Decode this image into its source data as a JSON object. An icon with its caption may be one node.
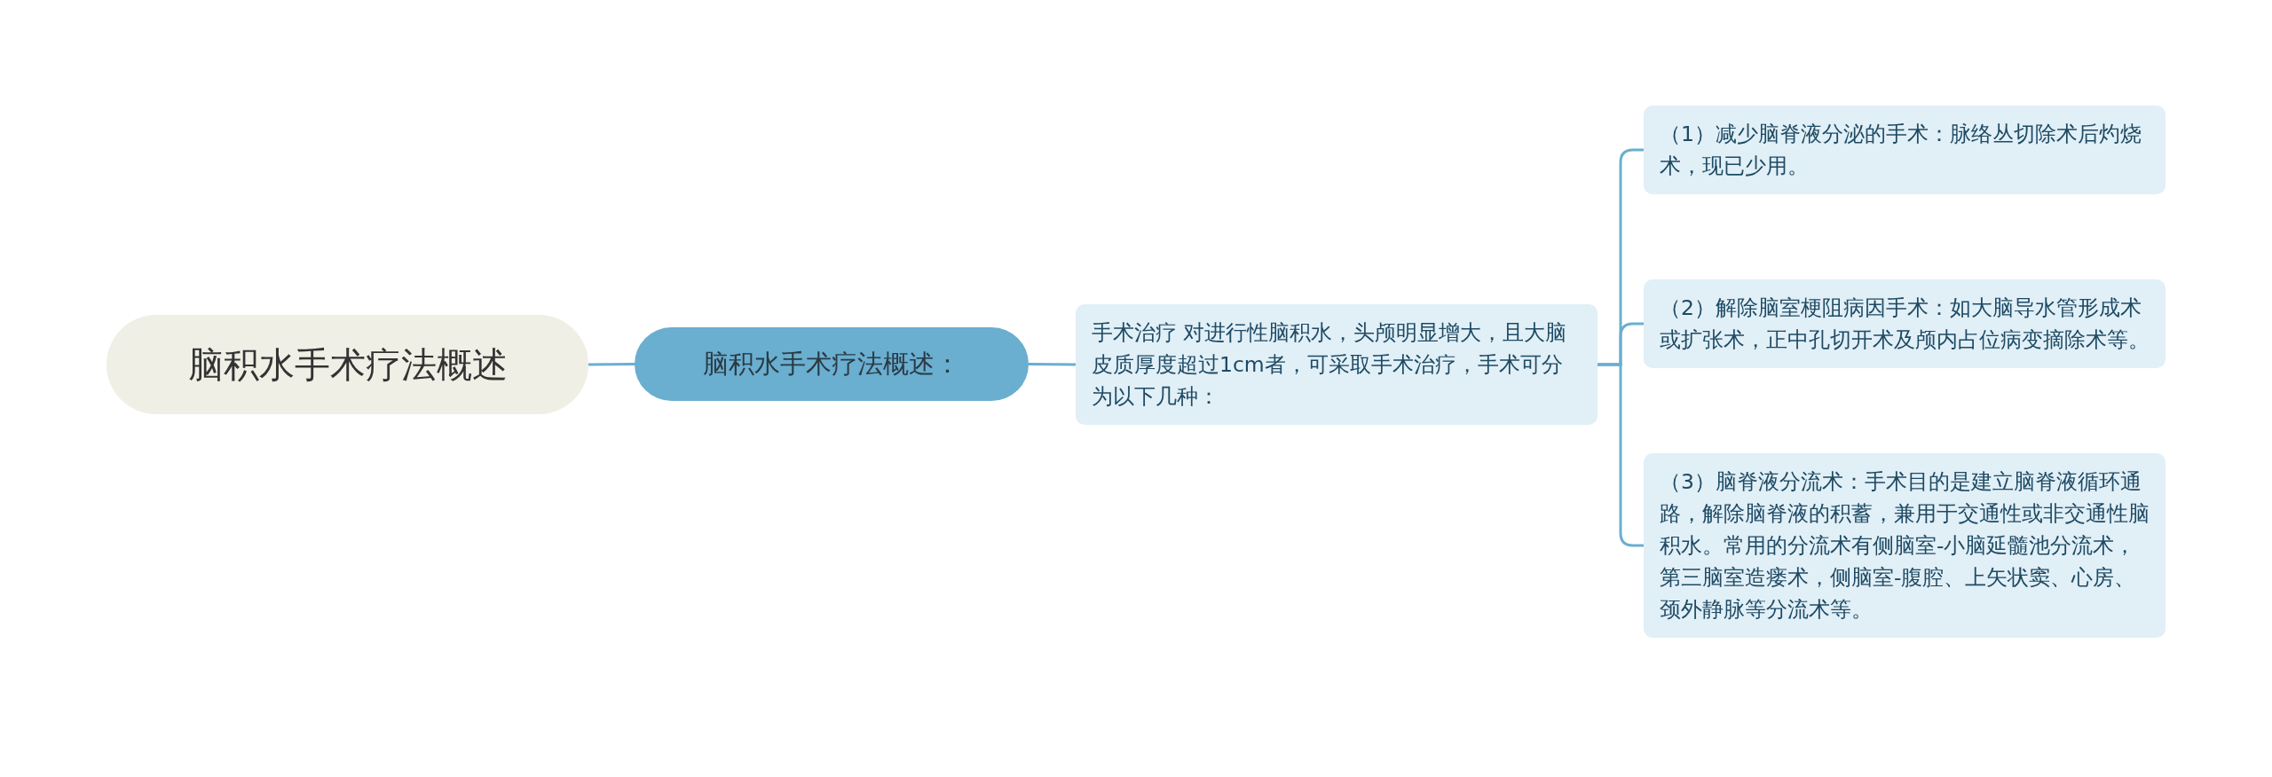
{
  "diagram": {
    "nodes": [
      {
        "text": [
          "脑积水手术疗法概述"
        ]
      },
      {
        "text": [
          "脑积水手术疗法概述："
        ]
      },
      {
        "text": [
          "手术治疗 对进行性脑积水，头颅明显增大，且大脑皮质厚度超过1cm者，可采取手术治疗，手术可分为以下几种："
        ]
      },
      {
        "text": [
          "（1）减少脑脊液分泌的手术：脉络丛切除术后灼烧术，现已少用。"
        ]
      },
      {
        "text": [
          "（2）解除脑室梗阻病因手术：如大脑导水管形成术或扩张术，正中孔切开术及颅内占位病变摘除术等。"
        ]
      },
      {
        "text": [
          "（3）脑脊液分流术：手术目的是建立脑脊液循环通路，解除脑脊液的积蓄，兼用于交通性或非交通性脑积水。常用的分流术有侧脑室-小脑延髓池分流术，第三脑室造瘘术，侧脑室-腹腔、上矢状窦、心房、颈外静脉等分流术等。"
        ]
      }
    ],
    "edges": [
      {
        "from": 0,
        "to": 1,
        "arrow": "none"
      },
      {
        "from": 1,
        "to": 2,
        "arrow": "none"
      },
      {
        "from": 2,
        "to": 3,
        "arrow": "none"
      },
      {
        "from": 2,
        "to": 4,
        "arrow": "none"
      },
      {
        "from": 2,
        "to": 5,
        "arrow": "none"
      }
    ]
  }
}
